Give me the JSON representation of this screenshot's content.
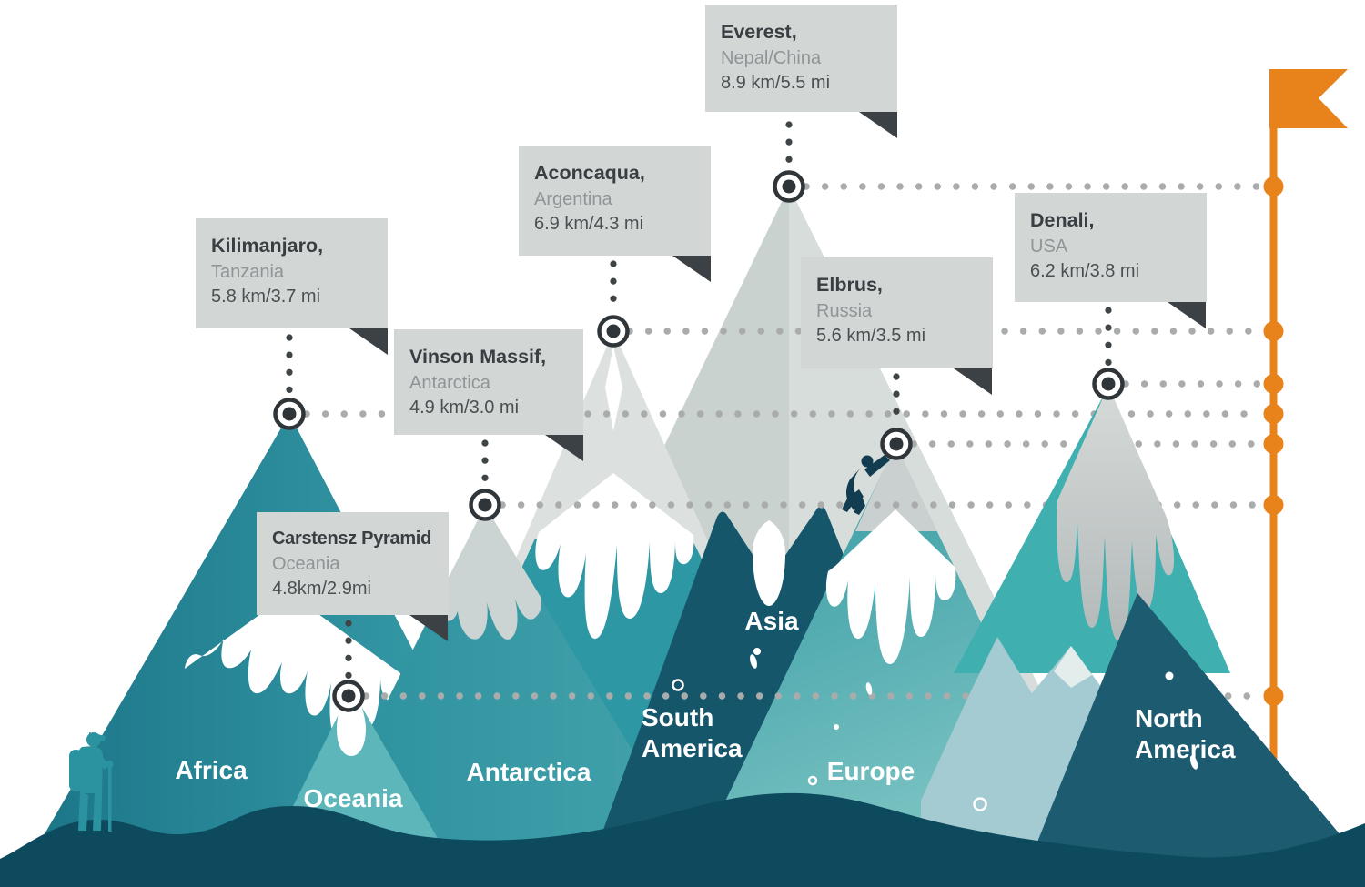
{
  "palette": {
    "accent_orange": "#e8821b",
    "box_bg": "#d2d7d6",
    "tail_dark": "#3b4144",
    "title_text": "#383e41",
    "country_text": "#8f9596",
    "height_text": "#4a4f52",
    "continent_text": "#ffffff",
    "dot_gray": "#aaacac",
    "connector_dark": "#3f4446",
    "marker_dark": "#2f3538",
    "snow_white": "#ffffff",
    "everest_gray_left": "#c9d2ce",
    "everest_gray_right": "#d7ddda",
    "aconcagua_gray": "#dce1df",
    "denali_cap_gray": "#c3c9c8",
    "teal_dark_asia": "#16566b",
    "teal_north_america": "#1d5b70",
    "teal_foreground": "#0d4a5e",
    "teal_africa_dark": "#1a7487",
    "teal_africa_light": "#3ba1ac",
    "teal_antarctica": "#2d95a2",
    "teal_oceania": "#5cb6ba",
    "teal_europe": "#2e97a0",
    "teal_denali": "#3fafaf",
    "ridge_blue": "#a4cad2",
    "hiker_teal": "#2b93a0",
    "climber_dark": "#123c50"
  },
  "summits": [
    {
      "id": "everest",
      "name": "Everest,",
      "country": "Nepal/China",
      "height": "8.9 km/5.5 mi"
    },
    {
      "id": "aconcagua",
      "name": "Aconcaqua,",
      "country": "Argentina",
      "height": "6.9 km/4.3 mi"
    },
    {
      "id": "kilimanjaro",
      "name": "Kilimanjaro,",
      "country": "Tanzania",
      "height": "5.8 km/3.7 mi"
    },
    {
      "id": "vinson",
      "name": "Vinson Massif,",
      "country": "Antarctica",
      "height": "4.9 km/3.0 mi"
    },
    {
      "id": "carstensz",
      "name": "Carstensz Pyramid",
      "country": "Oceania",
      "height": "4.8km/2.9mi"
    },
    {
      "id": "elbrus",
      "name": "Elbrus,",
      "country": "Russia",
      "height": "5.6 km/3.5 mi"
    },
    {
      "id": "denali",
      "name": "Denali,",
      "country": "USA",
      "height": "6.2 km/3.8 mi"
    }
  ],
  "continents": {
    "africa": "Africa",
    "oceania": "Oceania",
    "antarctica": "Antarctica",
    "south_america_line1": "South",
    "south_america_line2": "America",
    "asia": "Asia",
    "europe": "Europe",
    "north_america_line1": "North",
    "north_america_line2": "America"
  }
}
